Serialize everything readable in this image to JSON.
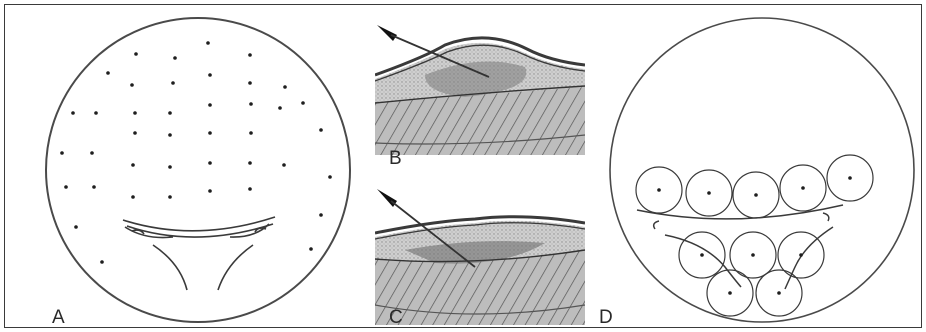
{
  "panels": {
    "a": {
      "label": "A"
    },
    "b": {
      "label": "B"
    },
    "c": {
      "label": "C"
    },
    "d": {
      "label": "D"
    }
  },
  "colors": {
    "line": "#4a4a4a",
    "dot": "#1e1e1e",
    "tissue": "#7a7a7a",
    "dark": "#2b2b2b"
  },
  "icons": {
    "needle": "needle-icon"
  }
}
